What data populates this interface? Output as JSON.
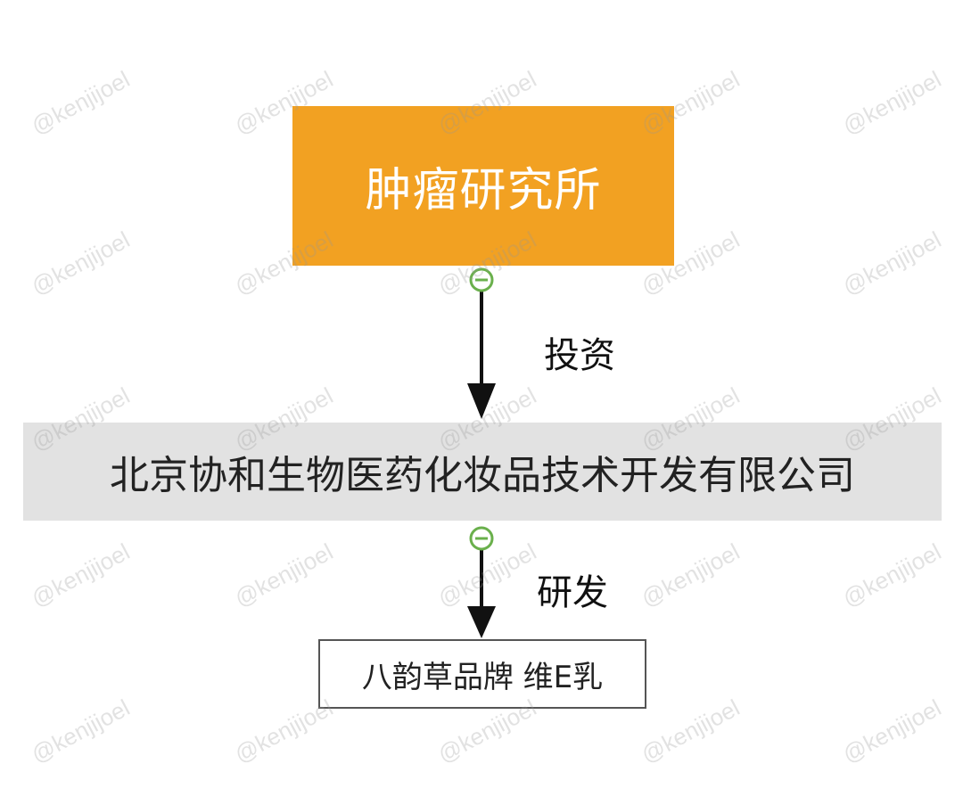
{
  "nodes": {
    "top": {
      "label": "肿瘤研究所"
    },
    "middle": {
      "label": "北京协和生物医药化妆品技术开发有限公司"
    },
    "bottom": {
      "label": "八韵草品牌 维E乳"
    }
  },
  "edges": {
    "invest": {
      "label": "投资"
    },
    "develop": {
      "label": "研发"
    }
  },
  "watermark": {
    "text": "@kenjijoel"
  },
  "colors": {
    "top_node_fill": "#f2a122",
    "middle_node_fill": "#e2e2e2",
    "bottom_node_border": "#555555",
    "collapse_icon": "#6ab04c"
  }
}
